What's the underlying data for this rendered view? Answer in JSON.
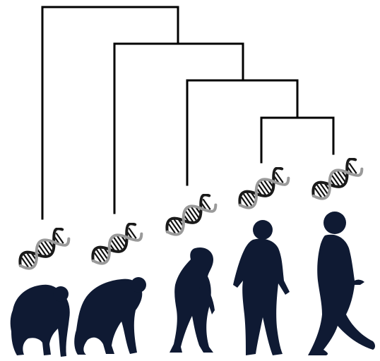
{
  "colors": {
    "background": "#ffffff",
    "tree_lines": "#000000",
    "silhouette": "#0f1a33",
    "dna_dark": "#1a1a1a",
    "dna_light": "#9a9a9a"
  },
  "stages": [
    {
      "name": "quadruped-ape",
      "icon": "dna-helix-icon"
    },
    {
      "name": "knuckle-walking-ape",
      "icon": "dna-helix-icon"
    },
    {
      "name": "stooped-hominid",
      "icon": "dna-helix-icon"
    },
    {
      "name": "upright-hominid",
      "icon": "dna-helix-icon"
    },
    {
      "name": "walking-human",
      "icon": "dna-helix-icon"
    }
  ]
}
